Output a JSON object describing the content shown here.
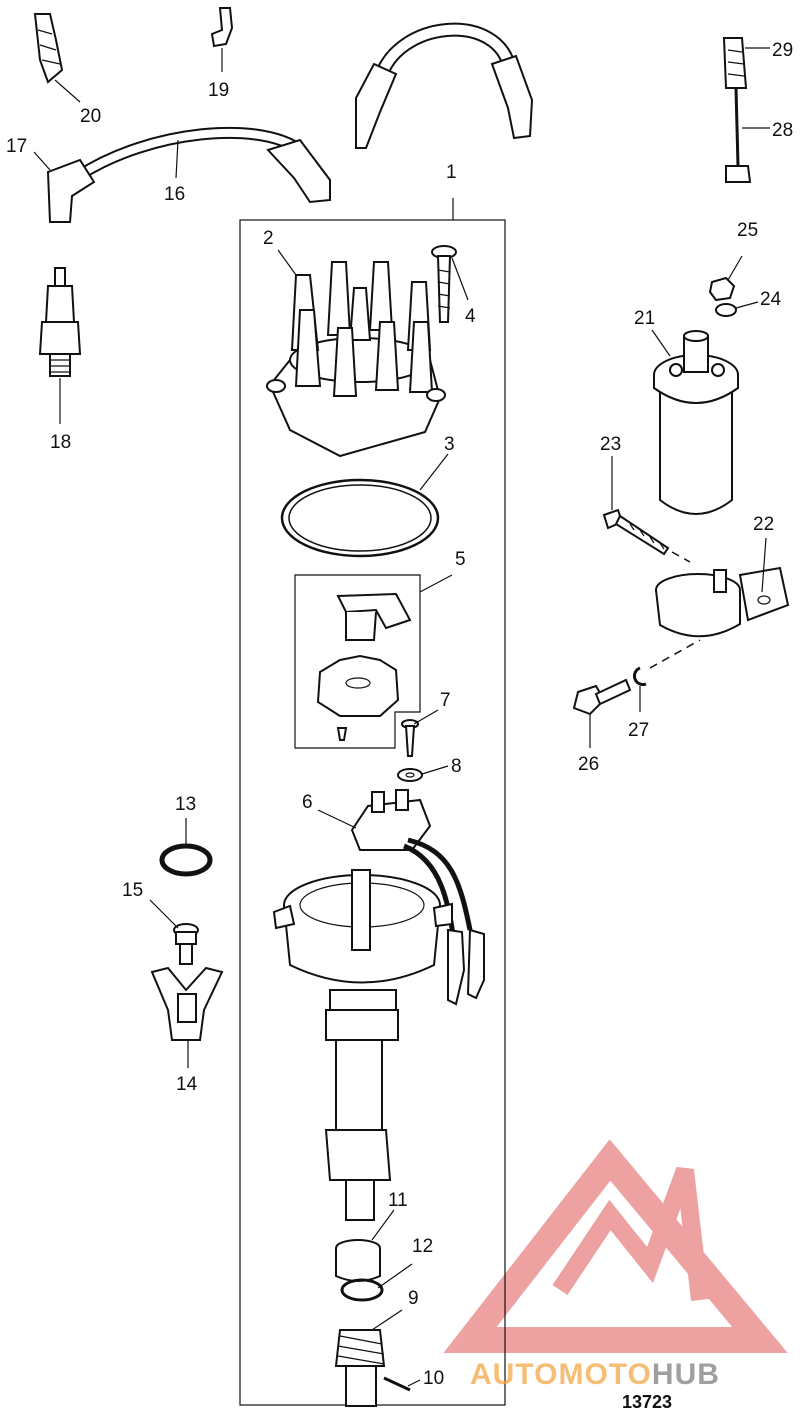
{
  "diagram": {
    "callouts": [
      "1",
      "2",
      "3",
      "4",
      "5",
      "6",
      "7",
      "8",
      "9",
      "10",
      "11",
      "12",
      "13",
      "14",
      "15",
      "16",
      "17",
      "18",
      "19",
      "20",
      "21",
      "22",
      "23",
      "24",
      "25",
      "26",
      "27",
      "28",
      "29"
    ],
    "drawing_number": "13723",
    "colors": {
      "line": "#111111",
      "watermark_red": "#e05555",
      "watermark_orange": "#f2a33a",
      "watermark_gray": "#777777"
    }
  },
  "watermark": {
    "prefix": "AUTOMOTO",
    "suffix": "HUB"
  }
}
